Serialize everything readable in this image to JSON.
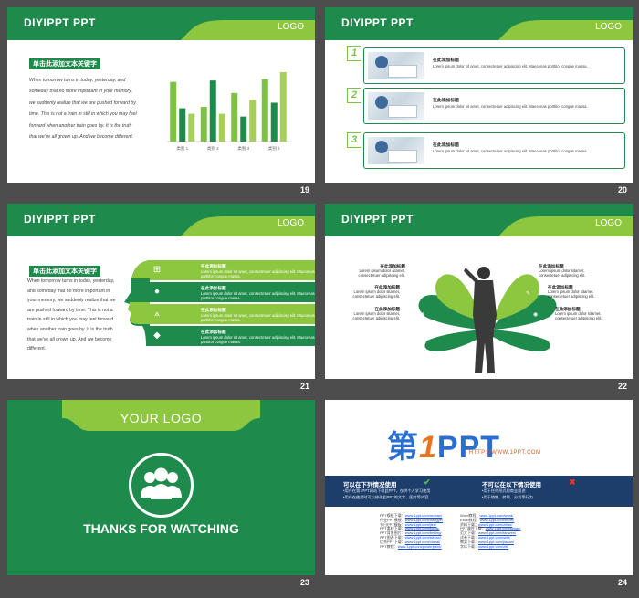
{
  "slides": {
    "s19": {
      "brand": "DIYIPPT PPT",
      "logo": "LOGO",
      "tag": "单击此添加文本关键字",
      "paragraph": [
        "When tomorrow turns in today, yesterday, and",
        "someday that no more important in your memory,",
        "we suddenly realize that we are pushed forward by",
        "time. This is not a train in still in which you may feel",
        "forward when another train goes by. It is the truth",
        "that we've all grown up. And we become different."
      ],
      "page": "19",
      "chart_data": {
        "type": "bar",
        "categories": [
          "类别 1",
          "类别 2",
          "类别 3",
          "类别 4"
        ],
        "series": [
          {
            "values": [
              4.3,
              2.5,
              3.5,
              4.5
            ],
            "color": "#7dc242"
          },
          {
            "values": [
              2.4,
              4.4,
              1.8,
              2.8
            ],
            "color": "#1e8a4b"
          },
          {
            "values": [
              2.0,
              2.0,
              3.0,
              5.0
            ],
            "color": "#a6d05a"
          }
        ],
        "ylim": [
          0,
          5.2
        ]
      }
    },
    "s20": {
      "brand": "DIYIPPT PPT",
      "logo": "LOGO",
      "page": "20",
      "rows": [
        {
          "num": "1",
          "title": "在此添加标题",
          "desc": "Lorem ipsum dolor sit amet, consectetuer adipiscing elit. Maecenas porttitor congue massa."
        },
        {
          "num": "2",
          "title": "在此添加标题",
          "desc": "Lorem ipsum dolor sit amet, consectetuer adipiscing elit. Maecenas porttitor congue massa."
        },
        {
          "num": "3",
          "title": "在此添加标题",
          "desc": "Lorem ipsum dolor sit amet, consectetuer adipiscing elit. Maecenas porttitor congue massa."
        }
      ]
    },
    "s21": {
      "brand": "DIYIPPT PPT",
      "logo": "LOGO",
      "page": "21",
      "tag": "单击此添加文本关键字",
      "paragraph": [
        "When tomorrow turns in today, yesterday,",
        "and someday that no more important in",
        "your memory, we suddenly realize that we",
        "are pushed forward by time. This is not a",
        "train in still in which you may feel forward",
        "when another train goes by. It is the truth",
        "that we've all grown up. And we become",
        "different."
      ],
      "stripes": [
        {
          "icon": "windows-icon",
          "glyph": "⊞",
          "title": "在此添加标题",
          "desc": "Lorem ipsum dolor sit amet, consectetuer adipiscing elit. Maecenas porttitor congue massa."
        },
        {
          "icon": "apple-icon",
          "glyph": "●",
          "title": "在此添加标题",
          "desc": "Lorem ipsum dolor sit amet, consectetuer adipiscing elit. Maecenas porttitor congue massa."
        },
        {
          "icon": "app-store-icon",
          "glyph": "⟑",
          "title": "在此添加标题",
          "desc": "Lorem ipsum dolor sit amet, consectetuer adipiscing elit. Maecenas porttitor congue massa."
        },
        {
          "icon": "android-icon",
          "glyph": "◆",
          "title": "在此添加标题",
          "desc": "Lorem ipsum dolor sit amet, consectetuer adipiscing elit. Maecenas porttitor congue massa."
        }
      ]
    },
    "s22": {
      "brand": "DIYIPPT PPT",
      "logo": "LOGO",
      "page": "22",
      "left": [
        {
          "title": "在此添加标题",
          "desc": "Lorem ipsum dolor sitamet, consectetuer adipiscing elit."
        },
        {
          "title": "在此添加标题",
          "desc": "Lorem ipsum dolor sitamet, consectetuer adipiscing elit."
        },
        {
          "title": "在此添加标题",
          "desc": "Lorem ipsum dolor sitamet, consectetuer adipiscing elit."
        }
      ],
      "right": [
        {
          "title": "在此添加标题",
          "desc": "Lorem ipsum dolor sitamet, consectetuer adipiscing elit."
        },
        {
          "title": "在此添加标题",
          "desc": "Lorem ipsum dolor sitamet, consectetuer adipiscing elit."
        },
        {
          "title": "在此添加标题",
          "desc": "Lorem ipsum dolor sitamet, consectetuer adipiscing elit."
        }
      ]
    },
    "s23": {
      "yourlogo": "YOUR LOGO",
      "thanks": "THANKS  FOR WATCHING",
      "page": "23"
    },
    "s24": {
      "logo_a": "第",
      "logo_b": "1",
      "logo_c": "PPT",
      "logo_url": "HTTP://WWW.1PPT.COM",
      "can_title": "可以在下列情况使用",
      "can_lines": [
        "•用户在第1PPT网站下载此PPT，仅供个人学习使用",
        "•用户在使用时可以修改此PPT的文字、图片等内容"
      ],
      "cannot_title": "不可以在以下情况使用",
      "cannot_lines": [
        "•用于任何形式的商业用途",
        "•用于销售、转载、分发等行为"
      ],
      "links_left": [
        {
          "k": "PPT模板下载：",
          "v": "www.1ppt.com/moban/"
        },
        {
          "k": "行业PPT模板：",
          "v": "www.1ppt.com/hangye/"
        },
        {
          "k": "节日PPT模板：",
          "v": "www.1ppt.com/jieri/"
        },
        {
          "k": "PPT素材下载：",
          "v": "www.1ppt.com/sucai/"
        },
        {
          "k": "PPT背景图片：",
          "v": "www.1ppt.com/beijing/"
        },
        {
          "k": "PPT图表下载：",
          "v": "www.1ppt.com/tubiao/"
        },
        {
          "k": "优秀PPT下载：",
          "v": "www.1ppt.com/xiazai/"
        },
        {
          "k": "PPT教程：",
          "v": "www.1ppt.com/powerpoint/"
        }
      ],
      "links_right": [
        {
          "k": "Word教程：",
          "v": "www.1ppt.com/word/"
        },
        {
          "k": "Excel教程：",
          "v": "www.1ppt.com/excel/"
        },
        {
          "k": "资料下载：",
          "v": "www.1ppt.com/ziliao/"
        },
        {
          "k": "PPT课件下载：",
          "v": "www.1ppt.com/kejian/"
        },
        {
          "k": "范文下载：",
          "v": "www.1ppt.com/fanwen/"
        },
        {
          "k": "试卷下载：",
          "v": "www.1ppt.com/shiti/"
        },
        {
          "k": "教案下载：",
          "v": "www.1ppt.com/jiaoan/"
        },
        {
          "k": "字体下载：",
          "v": "www.1ppt.com/ziti/"
        }
      ],
      "page": "24"
    }
  },
  "colors": {
    "green_dark": "#1e8a4b",
    "green_light": "#7dc242",
    "navy": "#1d3d6b"
  }
}
